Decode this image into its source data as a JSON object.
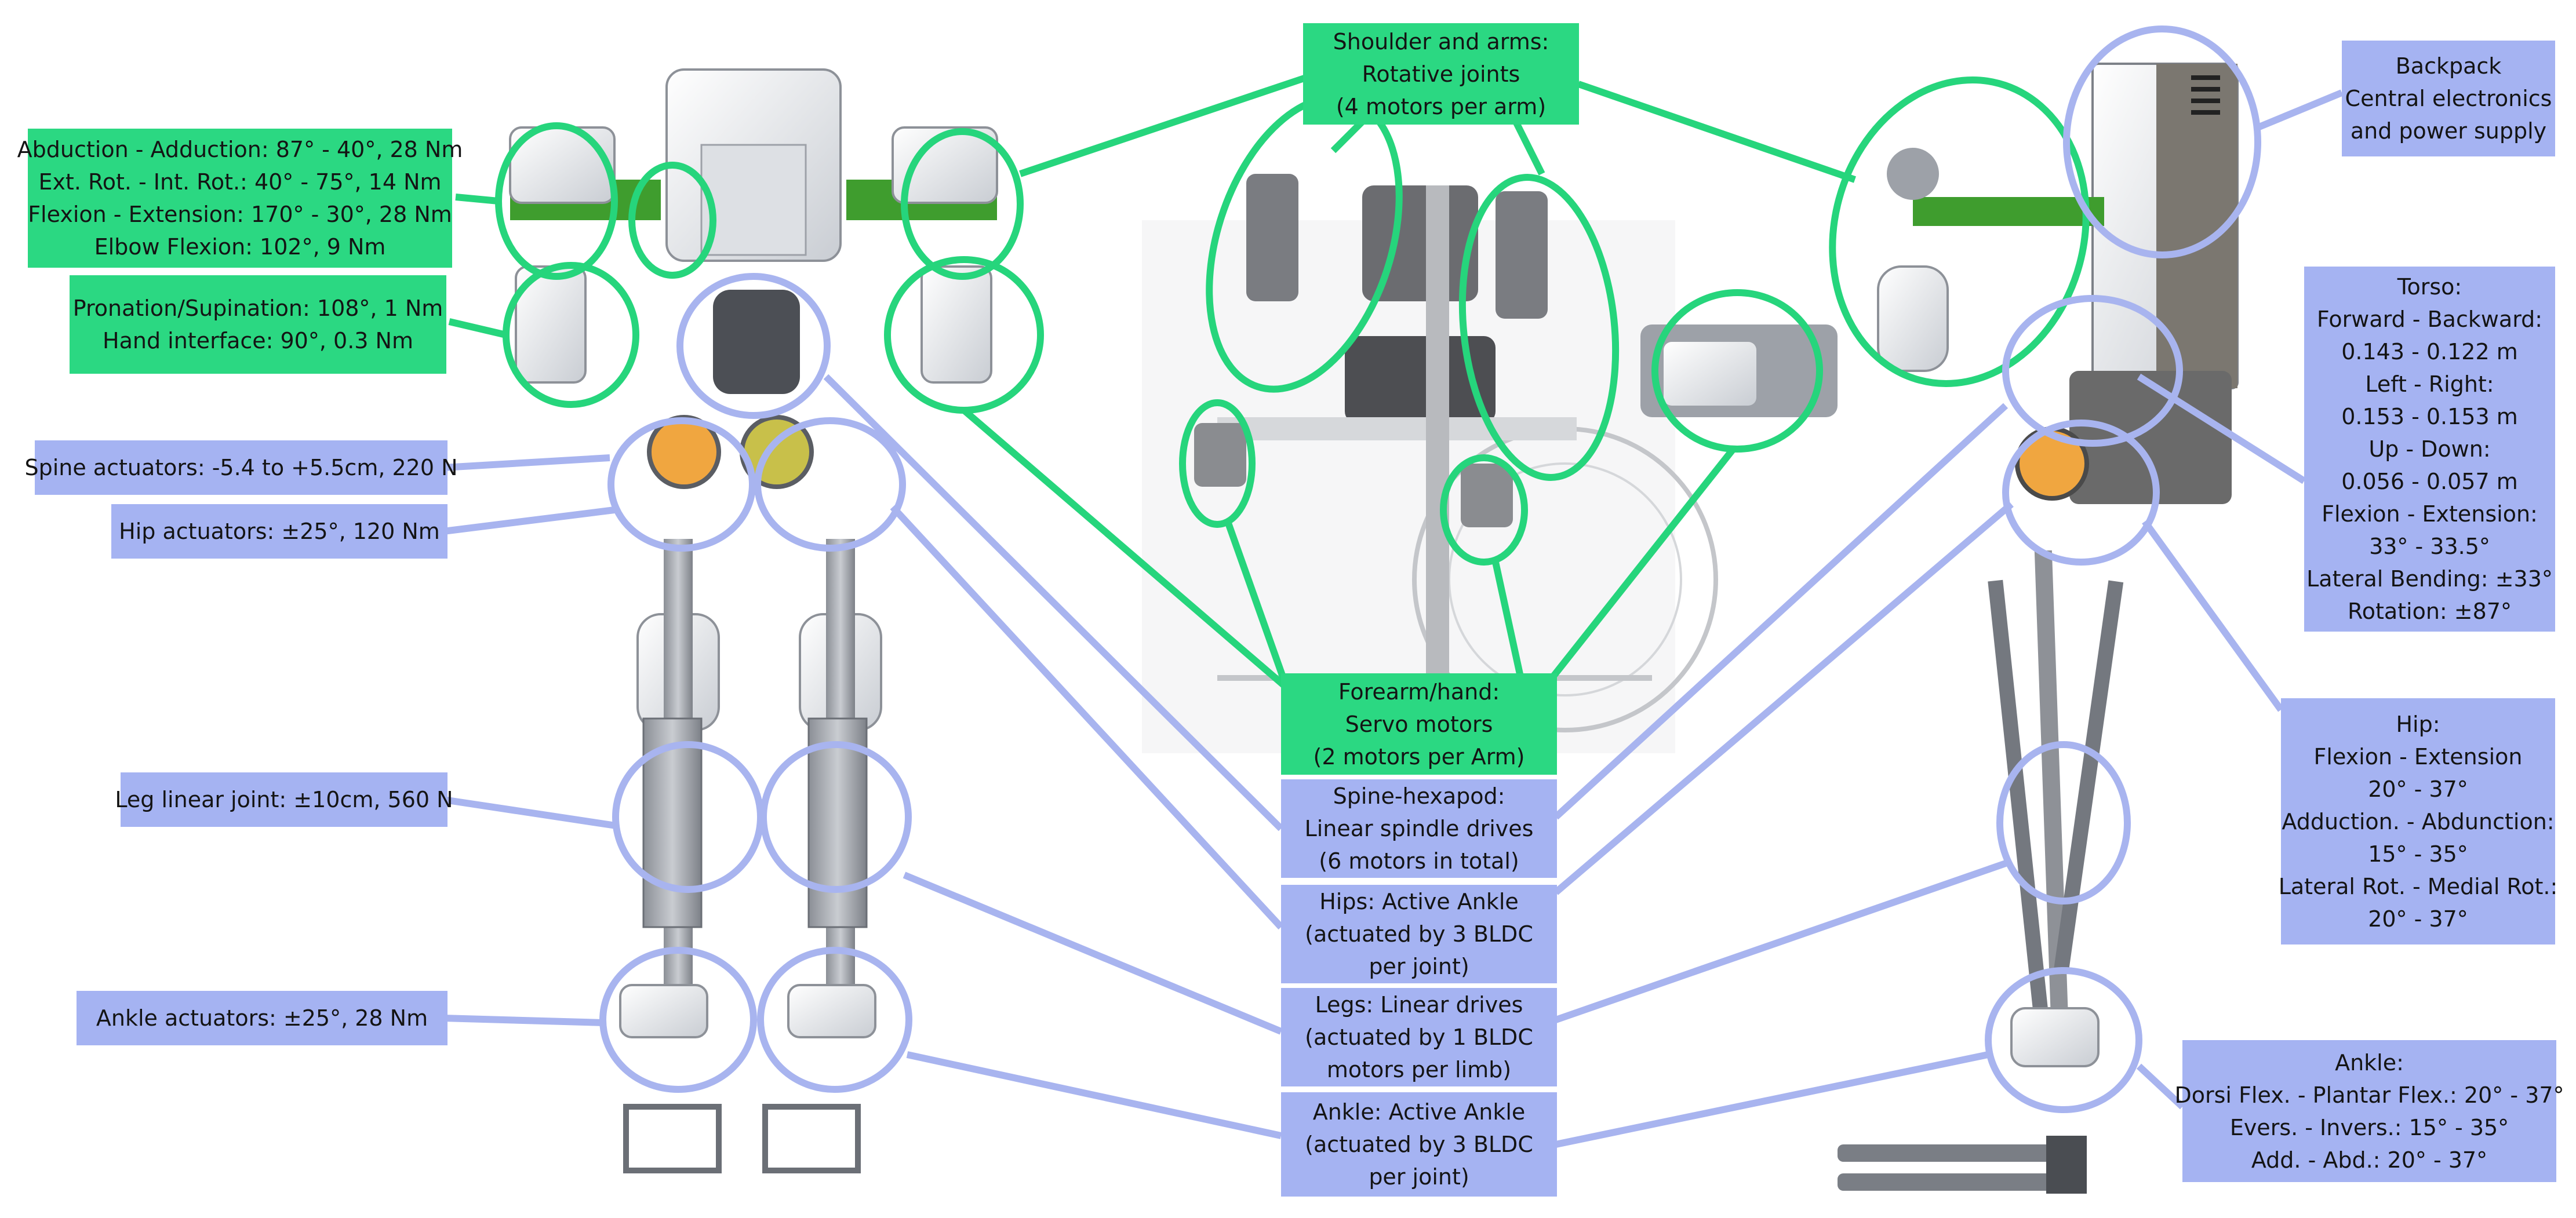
{
  "colors": {
    "green": "#2bd882",
    "blue": "#a5b3f2",
    "line_green": "#26d57c",
    "line_blue": "#a8b4ef",
    "metal": "#9da1a8",
    "dark": "#5a5d63"
  },
  "left": {
    "arm_specs": [
      "Abduction - Adduction: 87° - 40°, 28 Nm",
      "Ext. Rot. - Int. Rot.: 40° - 75°, 14 Nm",
      "Flexion - Extension: 170° - 30°, 28 Nm",
      "Elbow Flexion: 102°, 9 Nm"
    ],
    "wrist_specs": [
      "Pronation/Supination: 108°, 1 Nm",
      "Hand interface: 90°, 0.3 Nm"
    ],
    "spine": "Spine actuators: -5.4 to +5.5cm, 220 N",
    "hip": "Hip actuators: ±25°, 120 Nm",
    "leg": "Leg linear joint: ±10cm, 560 N",
    "ankle": "Ankle actuators: ±25°, 28 Nm"
  },
  "center": {
    "shoulder": [
      "Shoulder and arms:",
      "Rotative joints",
      "(4 motors per arm)"
    ],
    "forearm": [
      "Forearm/hand:",
      "Servo motors",
      "(2 motors per Arm)"
    ],
    "spine_hexapod": [
      "Spine-hexapod:",
      "Linear spindle drives",
      "(6 motors in total)"
    ],
    "hips": [
      "Hips: Active Ankle",
      "(actuated by 3 BLDC",
      "per joint)"
    ],
    "legs": [
      "Legs: Linear drives",
      "(actuated by 1 BLDC",
      "motors per limb)"
    ],
    "ankle": [
      "Ankle: Active Ankle",
      "(actuated by 3 BLDC",
      "per joint)"
    ]
  },
  "right": {
    "backpack": [
      "Backpack",
      "Central electronics",
      "and power supply"
    ],
    "torso": [
      "Torso:",
      "Forward - Backward:",
      "0.143 - 0.122 m",
      "Left - Right:",
      "0.153 - 0.153 m",
      "Up - Down:",
      "0.056 - 0.057 m",
      "Flexion - Extension:",
      "33° - 33.5°",
      "Lateral Bending: ±33°",
      "Rotation: ±87°"
    ],
    "hip": [
      "Hip:",
      "Flexion - Extension",
      "20° - 37°",
      "Adduction. - Abdunction:",
      "15° - 35°",
      "Lateral Rot. - Medial Rot.:",
      "20° - 37°"
    ],
    "ankle": [
      "Ankle:",
      "Dorsi Flex. - Plantar Flex.: 20° - 37°",
      "Evers. - Invers.: 15° - 35°",
      "Add. - Abd.: 20° - 37°"
    ]
  }
}
